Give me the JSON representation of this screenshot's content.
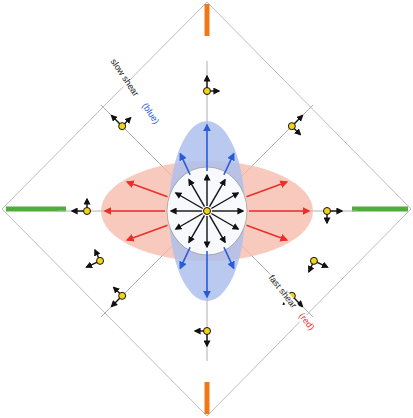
{
  "diagram": {
    "labels": [
      "slow shear",
      "(blue)",
      "fast shear",
      "(red)"
    ]
  }
}
